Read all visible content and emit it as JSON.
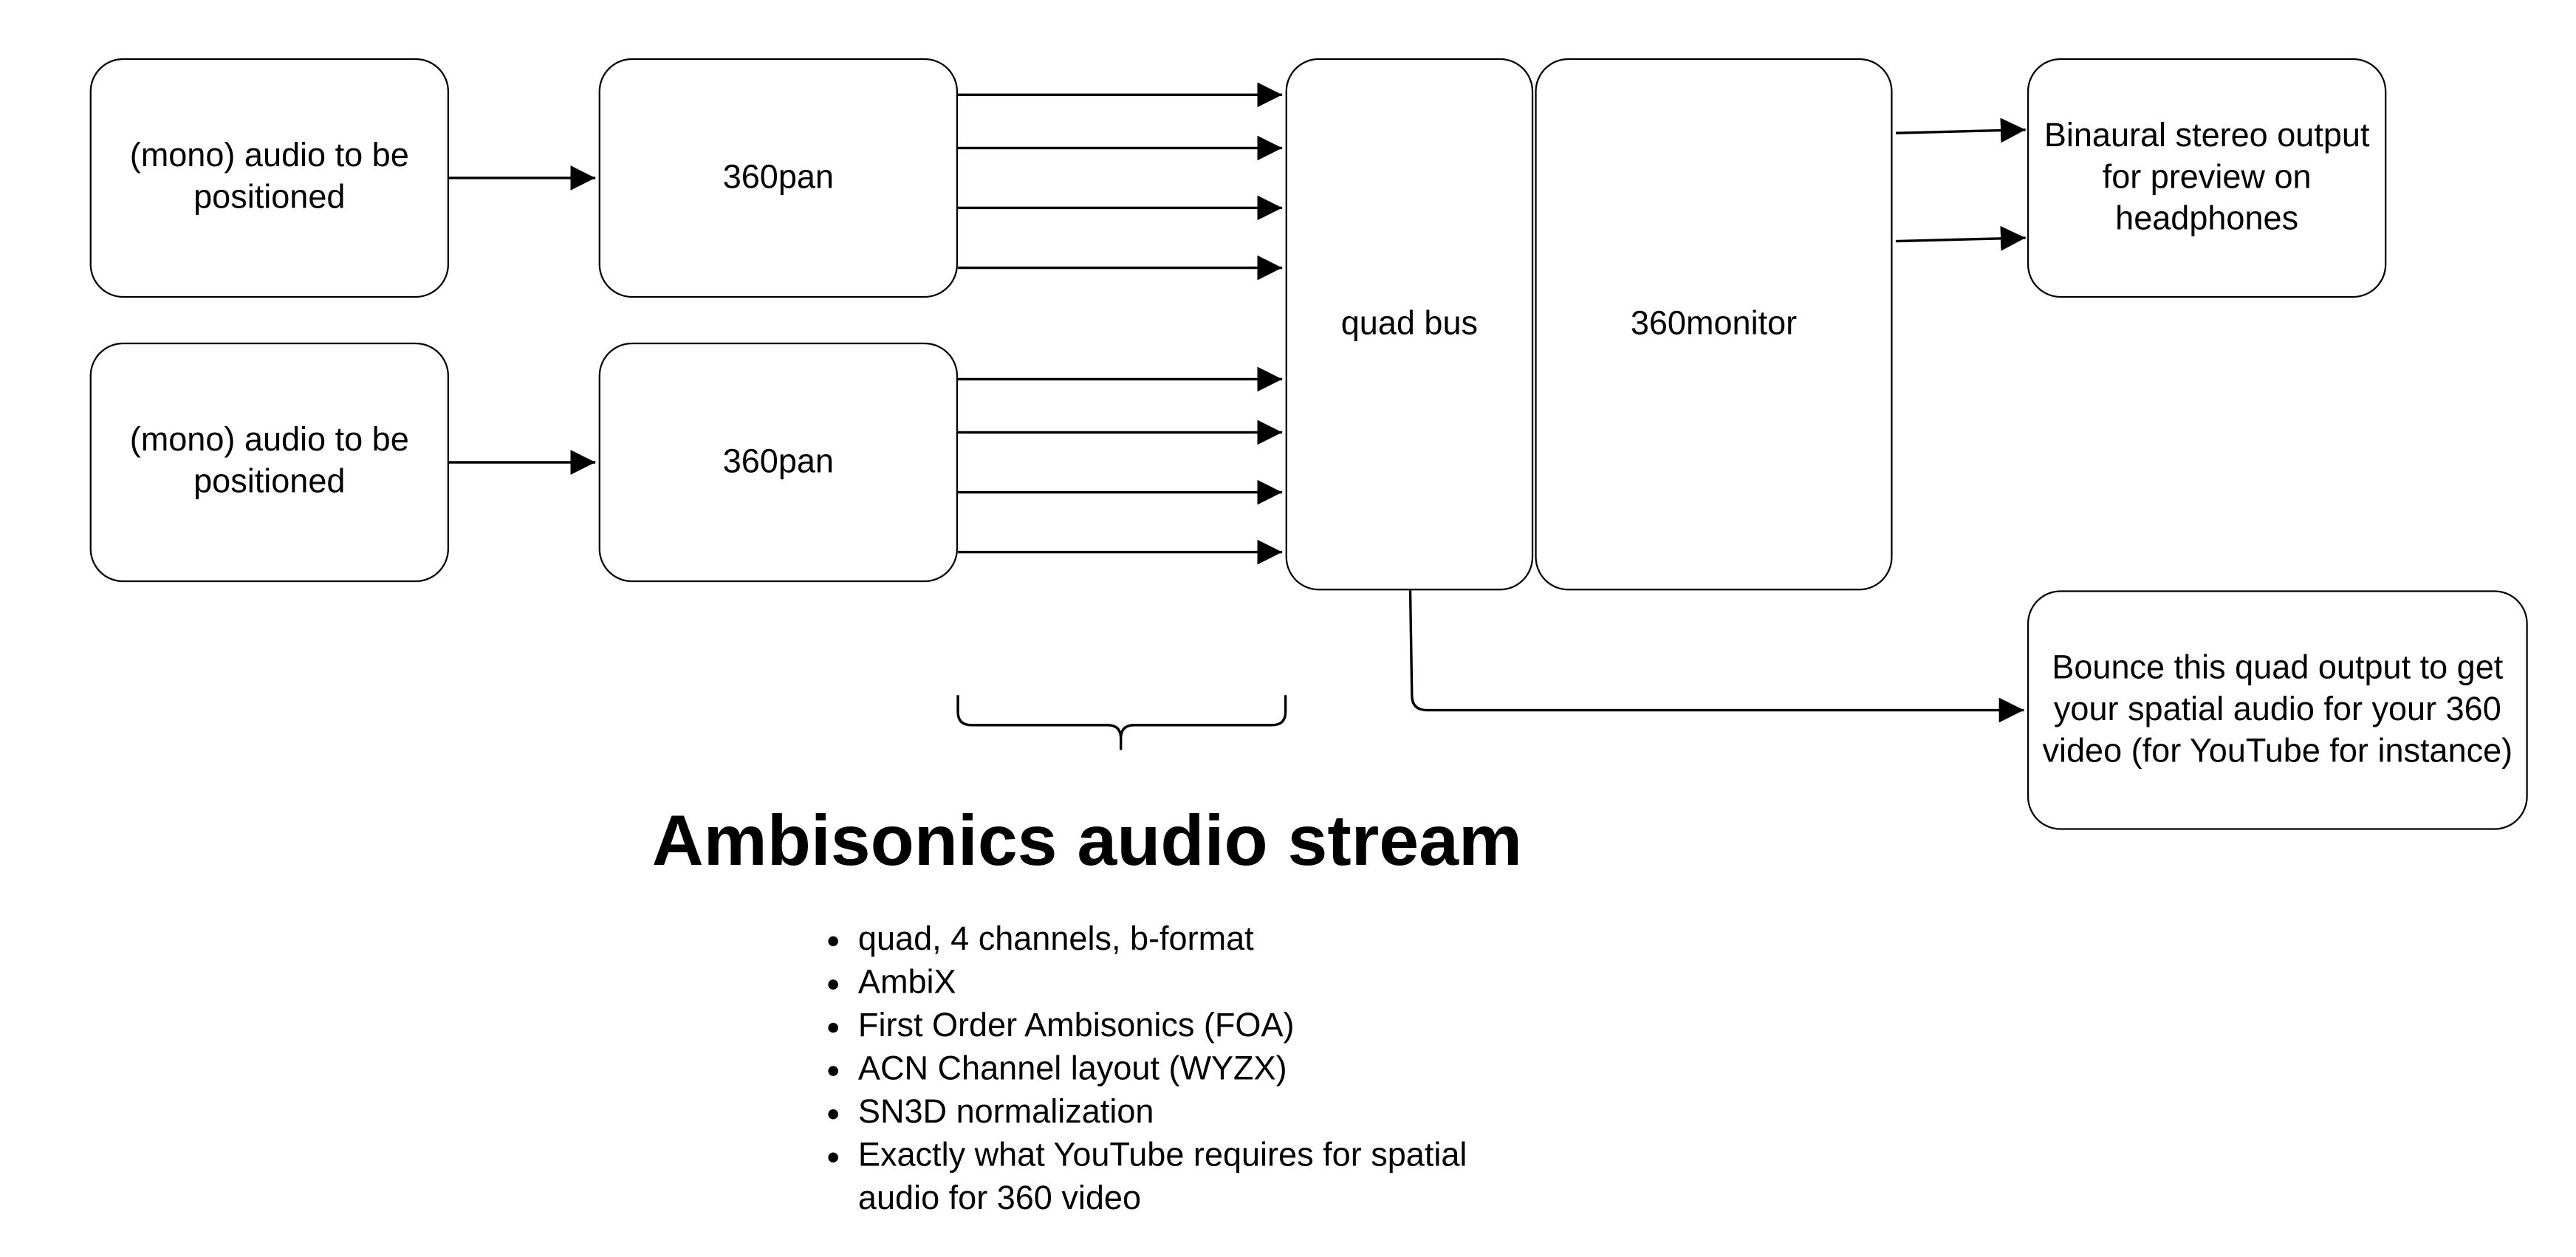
{
  "nodes": {
    "input_1": "(mono) audio to be positioned",
    "input_2": "(mono) audio to be positioned",
    "pan_1": "360pan",
    "pan_2": "360pan",
    "quad_bus": "quad bus",
    "monitor": "360monitor",
    "binaural_output": "Binaural stereo output for preview on headphones",
    "bounce_output": "Bounce this quad output to get your spatial audio for your 360 video (for YouTube for instance)"
  },
  "stream": {
    "heading": "Ambisonics audio stream",
    "bullets": [
      "quad, 4 channels, b-format",
      "AmbiX",
      "First Order Ambisonics (FOA)",
      "ACN Channel layout (WYZX)",
      "SN3D normalization",
      "Exactly what YouTube requires for spatial audio for 360 video"
    ]
  },
  "edges": [
    {
      "from": "input_1",
      "to": "pan_1",
      "channels": 1
    },
    {
      "from": "input_2",
      "to": "pan_2",
      "channels": 1
    },
    {
      "from": "pan_1",
      "to": "quad_bus",
      "channels": 4
    },
    {
      "from": "pan_2",
      "to": "quad_bus",
      "channels": 4
    },
    {
      "from": "monitor",
      "to": "binaural_output",
      "channels": 2
    },
    {
      "from": "quad_bus",
      "to": "bounce_output",
      "channels": 1
    }
  ]
}
